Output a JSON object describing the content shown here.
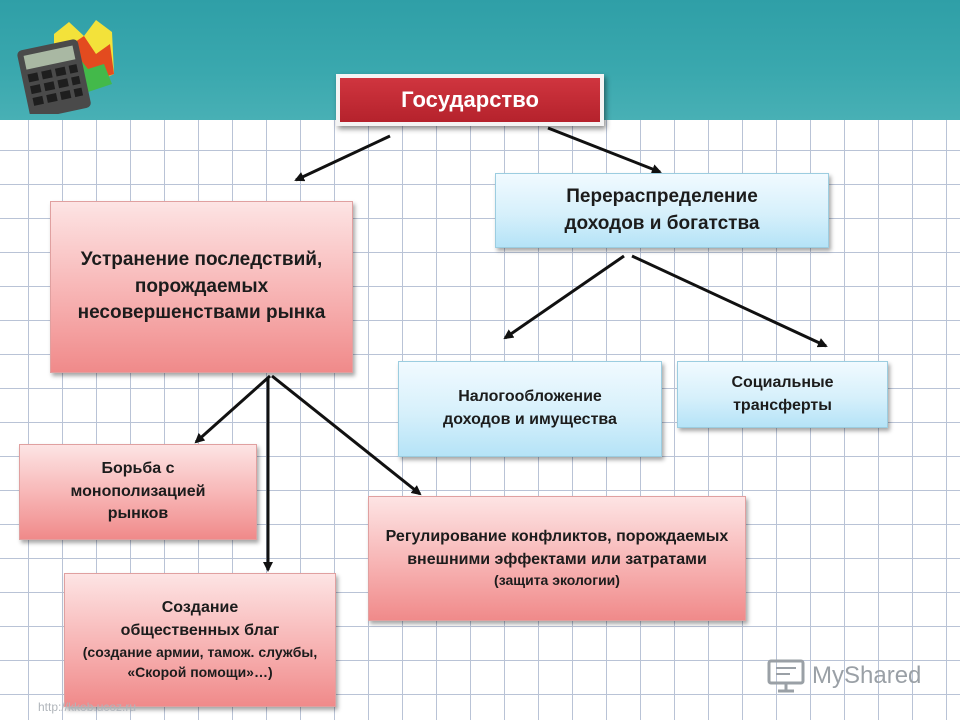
{
  "title": "Государство",
  "left_branch": {
    "label": "Устранение последствий, порождаемых несовершенствами рынка",
    "children": {
      "monopoly": "Борьба с монополизацией рынков",
      "public_goods": {
        "label": "Создание общественных благ",
        "note": "(создание армии, тамож. службы, «Скорой помощи»…)"
      },
      "conflicts": {
        "label": "Регулирование конфликтов, порождаемых внешними эффектами или затратами",
        "note": "(защита экологии)"
      }
    }
  },
  "right_branch": {
    "label": "Перераспределение доходов и богатства",
    "children": {
      "taxation": "Налогообложение доходов и имущества",
      "transfers": "Социальные трансферты"
    }
  },
  "watermark": "MyShared",
  "url": "http://kkob.ucoz.ru"
}
